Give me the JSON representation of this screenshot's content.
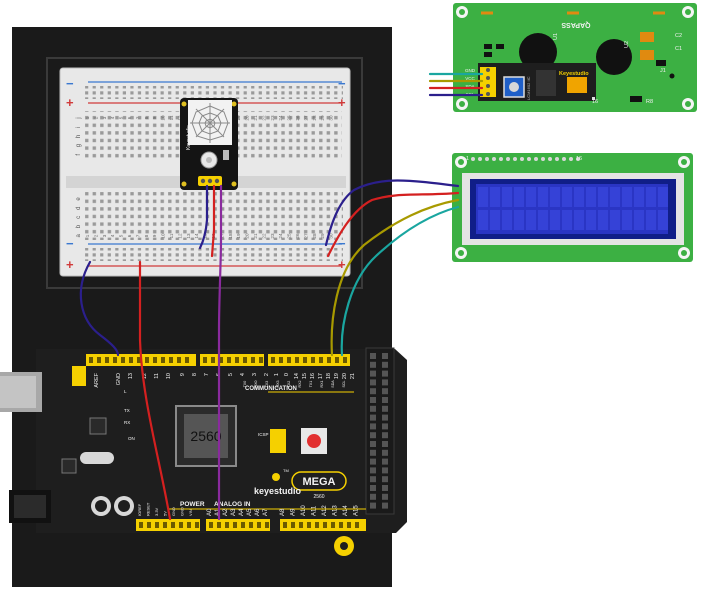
{
  "colors": {
    "board_black": "#1c1c1c",
    "header_yellow": "#f5d000",
    "pcb_green": "#3cb043",
    "lcd_blue": "#2a35c4",
    "wire_navy": "#2b1f8c",
    "wire_red": "#d42020",
    "wire_olive": "#a89a00",
    "wire_teal": "#1aa6a0",
    "wire_purple": "#8a2a9e",
    "breadboard": "#e6e6e6"
  },
  "breadboard": {
    "row_letters_top": [
      "j",
      "i",
      "h",
      "g",
      "f"
    ],
    "row_letters_bottom": [
      "e",
      "d",
      "c",
      "b",
      "a"
    ],
    "column_numbers": [
      "1",
      "2",
      "3",
      "4",
      "5",
      "6",
      "7",
      "8",
      "9",
      "10",
      "11",
      "12",
      "13",
      "14",
      "15",
      "16",
      "17",
      "18",
      "19",
      "20",
      "21",
      "22",
      "23",
      "24",
      "25",
      "26",
      "27",
      "28",
      "29",
      "30"
    ],
    "plus_sign": "+",
    "minus_sign": "−"
  },
  "sensor": {
    "brand": "Keyestudio"
  },
  "lcd_back": {
    "module_brand": "Keyestudio",
    "u1": "U1",
    "u2": "U2",
    "c1": "C1",
    "c2": "C2",
    "r8": "R8",
    "pin_16": "16",
    "pins": [
      "GND",
      "VCC",
      "SDA",
      "SCL"
    ],
    "j1": "J1",
    "mirrored_text": "QAPASS",
    "chip_label": "LCM1602 IIC"
  },
  "lcd_front": {
    "pin_1": "1",
    "pin_16": "16",
    "columns": 16,
    "rows": 2
  },
  "arduino": {
    "top_header_labels": [
      "AREF",
      "GND",
      "13",
      "12",
      "11",
      "10",
      "9",
      "8",
      "7",
      "6",
      "5",
      "4",
      "3",
      "2",
      "1",
      "0",
      "14",
      "15",
      "16",
      "17",
      "18",
      "19",
      "20",
      "21"
    ],
    "tx_rx_labels": [
      "TX0",
      "RX0",
      "TX3",
      "RX3",
      "TX2",
      "RX2",
      "TX1",
      "RX1",
      "SDA",
      "SCL"
    ],
    "communication_label": "COMMUNICATION",
    "chip_label": "2560",
    "brand": "keyestudio",
    "model": "MEGA",
    "model_sub": "2560",
    "tm": "TM",
    "power_label": "POWER",
    "analog_label": "ANALOG IN",
    "power_pins": [
      "IOREF",
      "RESET",
      "3.3V",
      "5V",
      "GND",
      "GND",
      "VIN"
    ],
    "analog_pins": [
      "A0",
      "A1",
      "A2",
      "A3",
      "A4",
      "A5",
      "A6",
      "A7",
      "A8",
      "A9",
      "A10",
      "A11",
      "A12",
      "A13",
      "A14",
      "A15"
    ],
    "board_refs": [
      "L",
      "TX",
      "RX",
      "ON",
      "ICSP"
    ]
  }
}
